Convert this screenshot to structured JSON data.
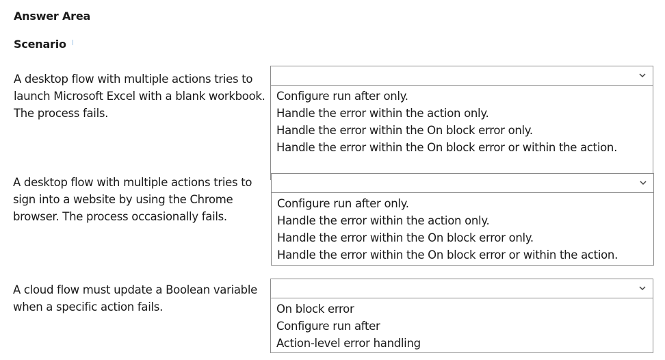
{
  "answer_area_title": "Answer Area",
  "scenario_heading": "Scenario",
  "scenarios": [
    {
      "text": "A desktop flow with multiple actions tries to launch Microsoft Excel with a blank workbook. The process fails.",
      "selected_value": "",
      "options": [
        "Configure run after only.",
        "Handle the error within the action only.",
        "Handle the error within the On block error only.",
        "Handle the error within the On block error or within the action."
      ]
    },
    {
      "text": "A desktop flow with multiple actions tries to sign into a website by using the Chrome browser. The process occasionally fails.",
      "selected_value": "",
      "options": [
        "Configure run after only.",
        "Handle the error within the action only.",
        "Handle the error within the On block error only.",
        "Handle the error within the On block error or within the action."
      ]
    },
    {
      "text": "A cloud flow must update a Boolean variable when a specific action fails.",
      "selected_value": "",
      "options": [
        "On block error",
        "Configure run after",
        "Action-level error handling"
      ]
    }
  ],
  "icons": {
    "dropdown_chevron": "chevron-down-icon"
  },
  "colors": {
    "border": "#8a8a8a",
    "text": "#1a1a1a",
    "background": "#ffffff"
  }
}
